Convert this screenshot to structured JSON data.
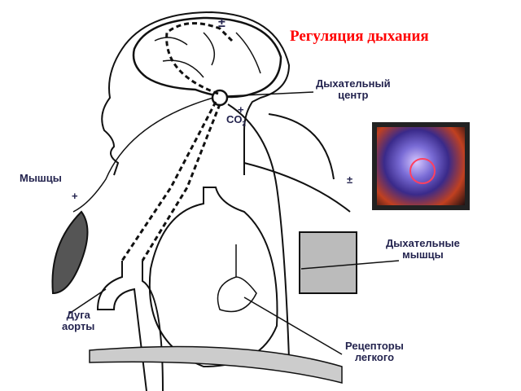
{
  "title": "Регуляция дыхания",
  "labels": {
    "resp_center_line1": "Дыхательный",
    "resp_center_line2": "центр",
    "co2_sign": "+",
    "co2": "CO",
    "co2_sub": "2",
    "cortex_sign": "±",
    "muscles": "Мышцы",
    "muscles_sign": "+",
    "aortic_arch_line1": "Дуга",
    "aortic_arch_line2": "аорты",
    "lung_receptors_line1": "Рецепторы",
    "lung_receptors_line2": "легкого",
    "resp_muscles_line1": "Дыхательные",
    "resp_muscles_line2": "мышцы",
    "resp_muscles_sign": "±"
  },
  "colors": {
    "title": "#ff0000",
    "labels": "#23234e"
  }
}
